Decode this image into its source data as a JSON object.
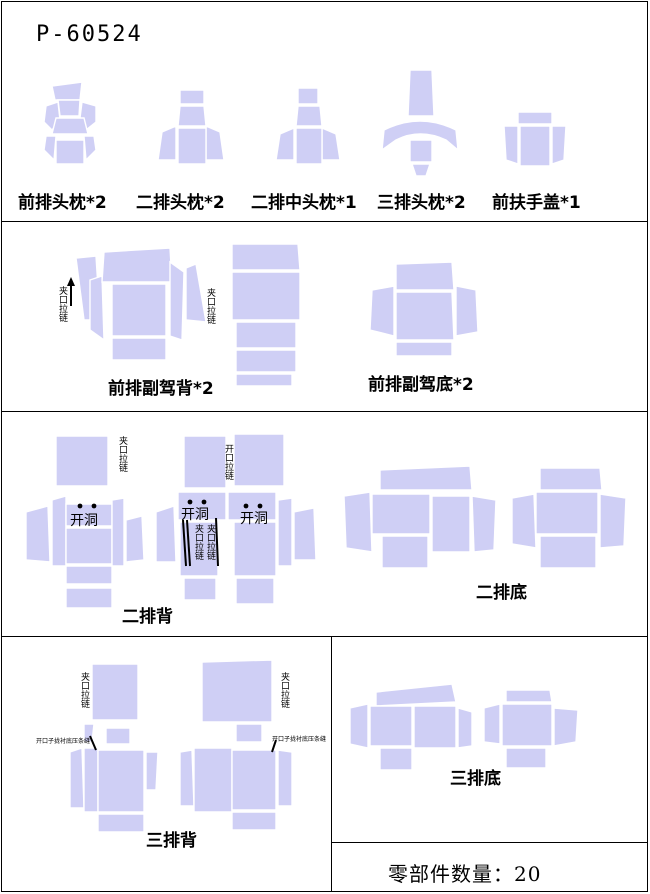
{
  "document": {
    "code": "P-60524",
    "colors": {
      "piece_fill": "#cfcff5",
      "line": "#000000"
    },
    "sections": {
      "headrests": {
        "labels": [
          "前排头枕*2",
          "二排头枕*2",
          "二排中头枕*1",
          "三排头枕*2",
          "前扶手盖*1"
        ]
      },
      "front_row": {
        "labels": [
          "前排副驾背*2",
          "前排副驾底*2"
        ],
        "note_clip_zipper": "夹口拉链"
      },
      "second_row": {
        "back_label": "二排背",
        "base_label": "二排底",
        "note_clip_zipper": "夹口拉链",
        "note_open_zipper": "开口拉链",
        "note_clip_zipper_v": "夹口拉链",
        "hole_label": "开洞"
      },
      "third_row": {
        "back_label": "三排背",
        "base_label": "三排底",
        "note_clip_zipper": "夹口拉链",
        "note_snap": "开口子拢衬底压条缝"
      }
    },
    "parts_count": {
      "label": "零部件数量：",
      "value": "20"
    }
  }
}
